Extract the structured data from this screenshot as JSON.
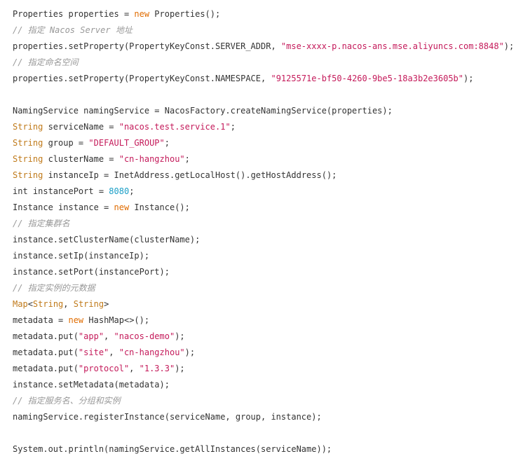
{
  "code": {
    "lines": [
      [
        {
          "t": "plain",
          "v": "Properties properties = "
        },
        {
          "t": "kw",
          "v": "new"
        },
        {
          "t": "plain",
          "v": " Properties();"
        }
      ],
      [
        {
          "t": "comment",
          "v": "// 指定 Nacos Server 地址"
        }
      ],
      [
        {
          "t": "plain",
          "v": "properties.setProperty(PropertyKeyConst.SERVER_ADDR, "
        },
        {
          "t": "str",
          "v": "\"mse-xxxx-p.nacos-ans.mse.aliyuncs.com:8848\""
        },
        {
          "t": "plain",
          "v": ");"
        }
      ],
      [
        {
          "t": "comment",
          "v": "// 指定命名空间"
        }
      ],
      [
        {
          "t": "plain",
          "v": "properties.setProperty(PropertyKeyConst.NAMESPACE, "
        },
        {
          "t": "str",
          "v": "\"9125571e-bf50-4260-9be5-18a3b2e3605b\""
        },
        {
          "t": "plain",
          "v": ");"
        }
      ],
      [],
      [
        {
          "t": "plain",
          "v": "NamingService namingService = NacosFactory.createNamingService(properties);"
        }
      ],
      [
        {
          "t": "type",
          "v": "String"
        },
        {
          "t": "plain",
          "v": " serviceName = "
        },
        {
          "t": "str",
          "v": "\"nacos.test.service.1\""
        },
        {
          "t": "plain",
          "v": ";"
        }
      ],
      [
        {
          "t": "type",
          "v": "String"
        },
        {
          "t": "plain",
          "v": " group = "
        },
        {
          "t": "str",
          "v": "\"DEFAULT_GROUP\""
        },
        {
          "t": "plain",
          "v": ";"
        }
      ],
      [
        {
          "t": "type",
          "v": "String"
        },
        {
          "t": "plain",
          "v": " clusterName = "
        },
        {
          "t": "str",
          "v": "\"cn-hangzhou\""
        },
        {
          "t": "plain",
          "v": ";"
        }
      ],
      [
        {
          "t": "type",
          "v": "String"
        },
        {
          "t": "plain",
          "v": " instanceIp = InetAddress.getLocalHost().getHostAddress();"
        }
      ],
      [
        {
          "t": "plain",
          "v": "int instancePort = "
        },
        {
          "t": "num",
          "v": "8080"
        },
        {
          "t": "plain",
          "v": ";"
        }
      ],
      [
        {
          "t": "plain",
          "v": "Instance instance = "
        },
        {
          "t": "kw",
          "v": "new"
        },
        {
          "t": "plain",
          "v": " Instance();"
        }
      ],
      [
        {
          "t": "comment",
          "v": "// 指定集群名"
        }
      ],
      [
        {
          "t": "plain",
          "v": "instance.setClusterName(clusterName);"
        }
      ],
      [
        {
          "t": "plain",
          "v": "instance.setIp(instanceIp);"
        }
      ],
      [
        {
          "t": "plain",
          "v": "instance.setPort(instancePort);"
        }
      ],
      [
        {
          "t": "comment",
          "v": "// 指定实例的元数据"
        }
      ],
      [
        {
          "t": "type",
          "v": "Map"
        },
        {
          "t": "plain",
          "v": "<"
        },
        {
          "t": "type",
          "v": "String"
        },
        {
          "t": "plain",
          "v": ", "
        },
        {
          "t": "type",
          "v": "String"
        },
        {
          "t": "plain",
          "v": ">"
        }
      ],
      [
        {
          "t": "plain",
          "v": "metadata = "
        },
        {
          "t": "kw",
          "v": "new"
        },
        {
          "t": "plain",
          "v": " HashMap<>();"
        }
      ],
      [
        {
          "t": "plain",
          "v": "metadata.put("
        },
        {
          "t": "str",
          "v": "\"app\""
        },
        {
          "t": "plain",
          "v": ", "
        },
        {
          "t": "str",
          "v": "\"nacos-demo\""
        },
        {
          "t": "plain",
          "v": ");"
        }
      ],
      [
        {
          "t": "plain",
          "v": "metadata.put("
        },
        {
          "t": "str",
          "v": "\"site\""
        },
        {
          "t": "plain",
          "v": ", "
        },
        {
          "t": "str",
          "v": "\"cn-hangzhou\""
        },
        {
          "t": "plain",
          "v": ");"
        }
      ],
      [
        {
          "t": "plain",
          "v": "metadata.put("
        },
        {
          "t": "str",
          "v": "\"protocol\""
        },
        {
          "t": "plain",
          "v": ", "
        },
        {
          "t": "str",
          "v": "\"1.3.3\""
        },
        {
          "t": "plain",
          "v": ");"
        }
      ],
      [
        {
          "t": "plain",
          "v": "instance.setMetadata(metadata);"
        }
      ],
      [
        {
          "t": "comment",
          "v": "// 指定服务名、分组和实例"
        }
      ],
      [
        {
          "t": "plain",
          "v": "namingService.registerInstance(serviceName, group, instance);"
        }
      ],
      [],
      [
        {
          "t": "plain",
          "v": "System.out.println(namingService.getAllInstances(serviceName));"
        }
      ]
    ]
  }
}
